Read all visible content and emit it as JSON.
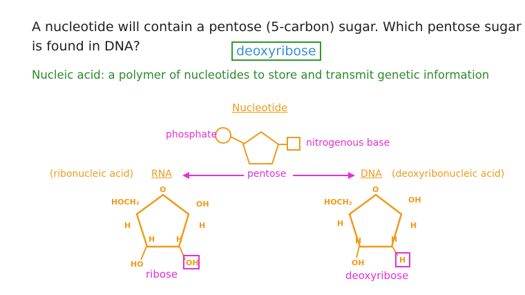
{
  "question": {
    "line1": "A nucleotide will contain a pentose (5-carbon) sugar. Which pentose sugar",
    "line2": "is found in DNA?",
    "answer": "deoxyribose"
  },
  "definition": "Nucleic acid: a polymer of nucleotides to store and transmit genetic information",
  "nucleotide": {
    "title": "Nucleotide",
    "phosphate": "phosphate",
    "base": "nitrogenous base",
    "pentose": "pentose"
  },
  "rna": {
    "paren": "(ribonucleic acid)",
    "abbr": "RNA",
    "hoch2": "HOCH₂",
    "o": "O",
    "oh_top": "OH",
    "h_left": "H",
    "h_right": "H",
    "h_bl": "H",
    "h_br": "H",
    "ho_bottom": "HO",
    "oh_boxed": "OH",
    "sugar": "ribose"
  },
  "dna": {
    "abbr": "DNA",
    "paren": "(deoxyribonucleic acid)",
    "hoch2": "HOCH₂",
    "o": "O",
    "oh_top": "OH",
    "h_left": "H",
    "h_right": "H",
    "h_bl": "H",
    "h_br": "H",
    "oh_bottom": "OH",
    "h_boxed": "H",
    "sugar": "deoxyribose"
  },
  "colors": {
    "text": "#1e1e1e",
    "green": "#2a8a2a",
    "blue": "#3a8fd6",
    "orange": "#ef9a1a",
    "magenta": "#e42fd6"
  }
}
